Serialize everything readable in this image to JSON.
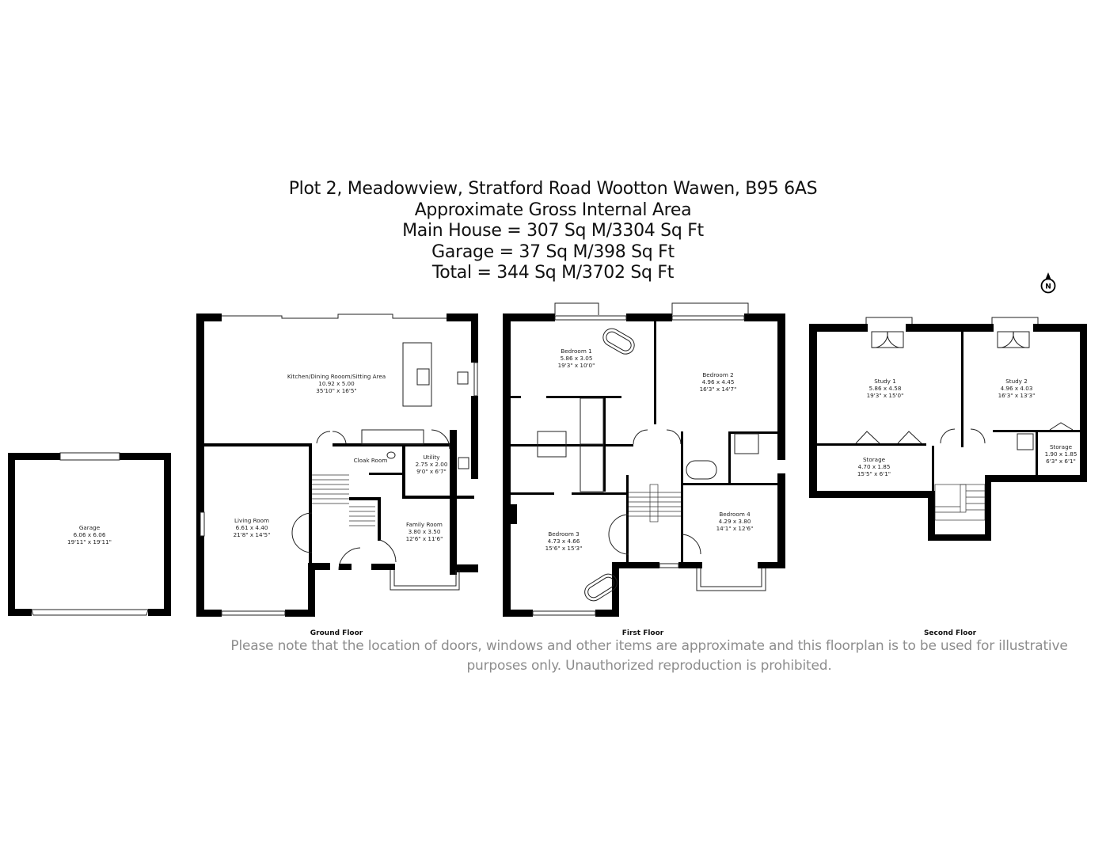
{
  "header": {
    "address": "Plot 2, Meadowview, Stratford Road Wootton Wawen, B95 6AS",
    "subtitle": "Approximate Gross Internal Area",
    "main_house": "Main House = 307 Sq M/3304 Sq Ft",
    "garage": "Garage = 37 Sq M/398 Sq Ft",
    "total": "Total = 344 Sq M/3702 Sq Ft"
  },
  "compass": {
    "icon": "north-arrow-icon",
    "label": "N"
  },
  "floors": {
    "garage_block": {
      "rooms": [
        {
          "name": "Garage",
          "metric": "6.06 x 6.06",
          "imperial": "19'11\" x 19'11\""
        }
      ]
    },
    "ground": {
      "label": "Ground Floor",
      "rooms": [
        {
          "name": "Kitchen/Dining Rooom/Sitting Area",
          "metric": "10.92 x 5.00",
          "imperial": "35'10\" x 16'5\""
        },
        {
          "name": "Living Room",
          "metric": "6.61 x 4.40",
          "imperial": "21'8\" x 14'5\""
        },
        {
          "name": "Cloak Room"
        },
        {
          "name": "Utility",
          "metric": "2.75 x 2.00",
          "imperial": "9'0\" x 6'7\""
        },
        {
          "name": "Family Room",
          "metric": "3.80 x 3.50",
          "imperial": "12'6\" x 11'6\""
        }
      ]
    },
    "first": {
      "label": "First Floor",
      "rooms": [
        {
          "name": "Bedroom 1",
          "metric": "5.86 x 3.05",
          "imperial": "19'3\" x 10'0\""
        },
        {
          "name": "Bedroom 2",
          "metric": "4.96 x 4.45",
          "imperial": "16'3\" x 14'7\""
        },
        {
          "name": "Bedroom 3",
          "metric": "4.73 x 4.66",
          "imperial": "15'6\" x 15'3\""
        },
        {
          "name": "Bedroom 4",
          "metric": "4.29 x 3.80",
          "imperial": "14'1\" x 12'6\""
        }
      ]
    },
    "second": {
      "label": "Second Floor",
      "rooms": [
        {
          "name": "Study 1",
          "metric": "5.86 x 4.58",
          "imperial": "19'3\" x 15'0\""
        },
        {
          "name": "Study 2",
          "metric": "4.96 x 4.03",
          "imperial": "16'3\" x 13'3\""
        },
        {
          "name": "Storage",
          "metric": "4.70 x 1.85",
          "imperial": "15'5\" x 6'1\""
        },
        {
          "name": "Storage",
          "metric": "1.90 x 1.85",
          "imperial": "6'3\" x 6'1\""
        }
      ]
    }
  },
  "disclaimer": {
    "line1": "Please note that the location of doors, windows and other items are approximate and this floorplan is to be used for illustrative",
    "line2": "purposes only. Unauthorized reproduction is prohibited."
  },
  "colors": {
    "wall": "#000000",
    "line": "#222222",
    "disclaimer": "#8d8d8d",
    "background": "#ffffff"
  }
}
